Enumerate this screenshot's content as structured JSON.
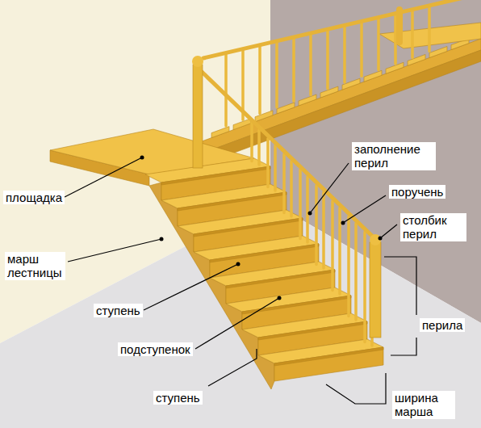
{
  "diagram": {
    "labels": [
      "площадка",
      "марш лестницы",
      "ступень",
      "подступенок",
      "ступень",
      "заполнение перил",
      "поручень",
      "столбик перил",
      "перила",
      "ширина марша"
    ]
  }
}
